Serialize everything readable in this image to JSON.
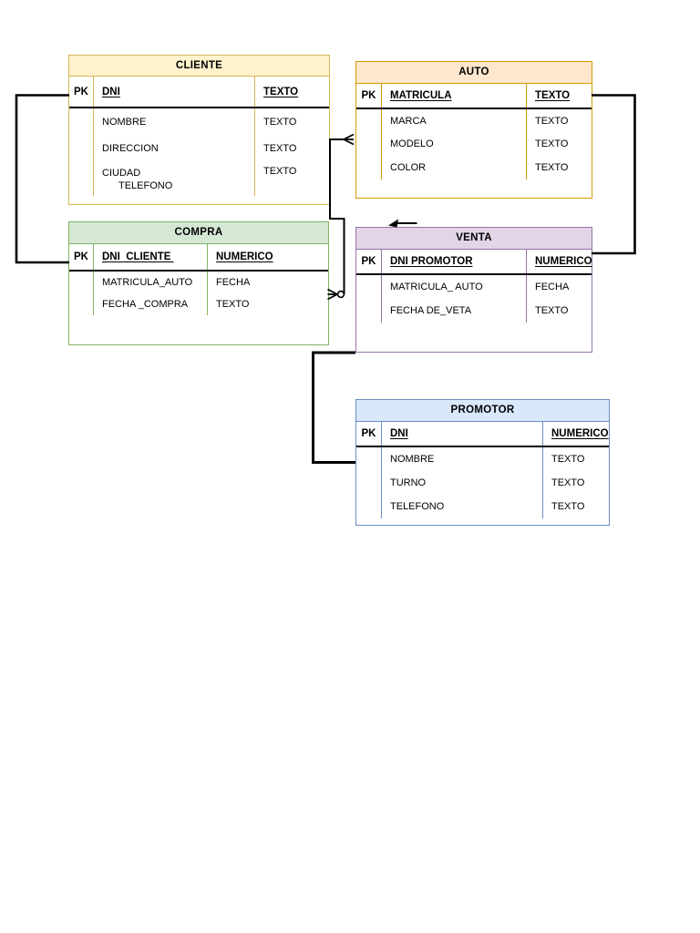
{
  "page": {
    "background": "#ffffff",
    "line_color": "#000000"
  },
  "diagram": {
    "tables": {
      "cliente": {
        "title": "CLIENTE",
        "pk_label": "PK",
        "pk_field": "DNI",
        "pk_type": "TEXTO",
        "rows": [
          {
            "field": "NOMBRE",
            "type": "TEXTO"
          },
          {
            "field": "DIRECCION",
            "type": "TEXTO"
          },
          {
            "field": "CIUDAD",
            "field2": "TELEFONO",
            "type": "TEXTO"
          }
        ],
        "fill": "#FFF2CC",
        "stroke": "#D6B656"
      },
      "auto": {
        "title": "AUTO",
        "pk_label": "PK",
        "pk_field": "MATRICULA",
        "pk_type": "TEXTO",
        "rows": [
          {
            "field": "MARCA",
            "type": "TEXTO"
          },
          {
            "field": "MODELO",
            "type": "TEXTO"
          },
          {
            "field": "COLOR",
            "type": "TEXTO"
          }
        ],
        "fill": "#FFE6CC",
        "stroke": "#D79B00"
      },
      "compra": {
        "title": "COMPRA",
        "pk_label": "PK",
        "pk_field": "DNI  CLIENTE ",
        "pk_type": "NUMERICO",
        "rows": [
          {
            "field": "MATRICULA_AUTO",
            "type": "FECHA"
          },
          {
            "field": "FECHA _COMPRA",
            "type": "TEXTO"
          }
        ],
        "fill": "#D5E8D4",
        "stroke": "#82B366"
      },
      "venta": {
        "title": "VENTA",
        "pk_label": "PK",
        "pk_field": "DNI PROMOTOR",
        "pk_type": "NUMERICO",
        "rows": [
          {
            "field": "MATRICULA_ AUTO",
            "type": "FECHA"
          },
          {
            "field": "FECHA DE_VETA",
            "type": "TEXTO"
          }
        ],
        "fill": "#E1D5E7",
        "stroke": "#9673A6"
      },
      "promotor": {
        "title": "PROMOTOR",
        "pk_label": "PK",
        "pk_field": "DNI",
        "pk_type": "NUMERICO",
        "rows": [
          {
            "field": "NOMBRE",
            "type": "TEXTO"
          },
          {
            "field": "TURNO",
            "type": "TEXTO"
          },
          {
            "field": "TELEFONO",
            "type": "TEXTO"
          }
        ],
        "fill": "#DAE8FC",
        "stroke": "#6C8EBF"
      }
    },
    "connectors": [
      {
        "from": "CLIENTE",
        "to": "COMPRA",
        "route": "left-elbow",
        "markers": "none"
      },
      {
        "from": "AUTO",
        "to": "VENTA",
        "route": "right-elbow",
        "markers": "none"
      },
      {
        "from": "COMPRA",
        "to": "AUTO",
        "route": "middle",
        "marker_compra": "zero-or-many",
        "marker_auto": "many"
      },
      {
        "from": "VENTA",
        "to": "PROMOTOR",
        "route": "left-elbow",
        "markers": "none"
      },
      {
        "at": "VENTA-top",
        "marker": "left-arrow"
      }
    ]
  }
}
